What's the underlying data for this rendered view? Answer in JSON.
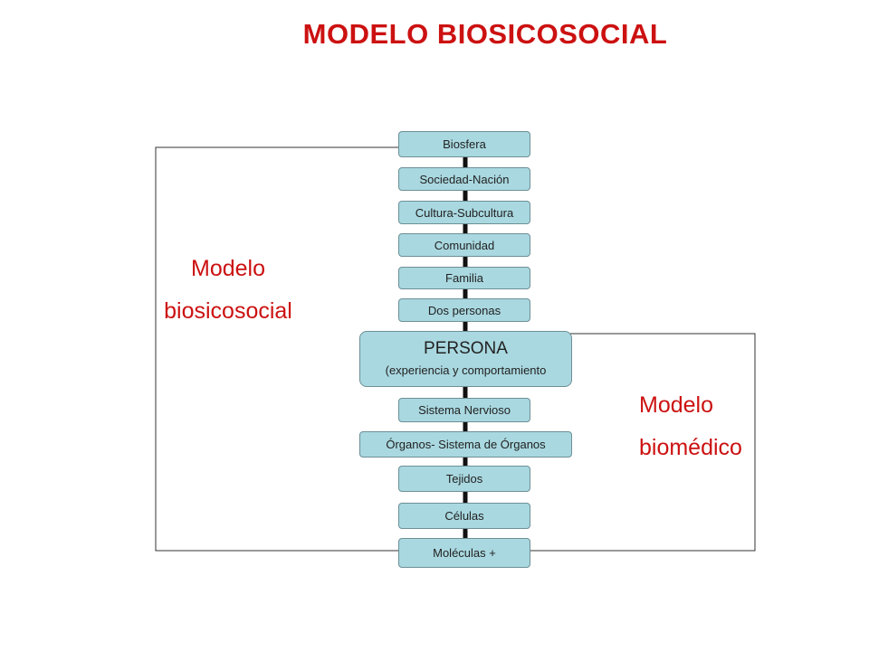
{
  "title": "MODELO BIOSICOSOCIAL",
  "levels": {
    "biosfera": "Biosfera",
    "sociedad": "Sociedad-Nación",
    "cultura": "Cultura-Subcultura",
    "comunidad": "Comunidad",
    "familia": "Familia",
    "dos_personas": "Dos personas",
    "persona": "PERSONA",
    "persona_sub": "(experiencia y comportamiento",
    "sistema_nervioso": "Sistema Nervioso",
    "organos": "Órganos- Sistema de Órganos",
    "tejidos": "Tejidos",
    "celulas": "Células",
    "moleculas": "Moléculas +"
  },
  "labels": {
    "biosicosocial_line1": "Modelo",
    "biosicosocial_line2": "biosicosocial",
    "biomedico_line1": "Modelo",
    "biomedico_line2": "biomédico"
  },
  "colors": {
    "title": "#cc1111",
    "box_fill": "#a9d8e0",
    "box_border": "#6d8f96",
    "connector": "#111111",
    "bracket": "#333333"
  }
}
